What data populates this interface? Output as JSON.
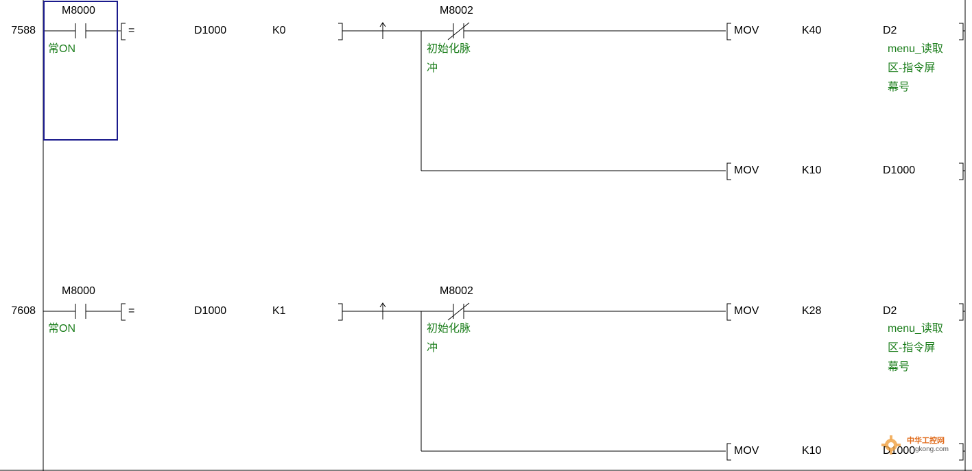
{
  "rungs": [
    {
      "step": "7588",
      "contact": {
        "device": "M8000",
        "comment": "常ON"
      },
      "compare": {
        "op": "=",
        "s1": "D1000",
        "s2": "K0"
      },
      "pulse_contact": {
        "device": "M8002",
        "comment_line1": "初始化脉",
        "comment_line2": "冲"
      },
      "instructions": [
        {
          "op": "MOV",
          "src": "K40",
          "dst": "D2",
          "dst_comment": [
            "menu_读取",
            "区-指令屏",
            "幕号"
          ]
        },
        {
          "op": "MOV",
          "src": "K10",
          "dst": "D1000",
          "dst_comment": []
        }
      ]
    },
    {
      "step": "7608",
      "contact": {
        "device": "M8000",
        "comment": "常ON"
      },
      "compare": {
        "op": "=",
        "s1": "D1000",
        "s2": "K1"
      },
      "pulse_contact": {
        "device": "M8002",
        "comment_line1": "初始化脉",
        "comment_line2": "冲"
      },
      "instructions": [
        {
          "op": "MOV",
          "src": "K28",
          "dst": "D2",
          "dst_comment": [
            "menu_读取",
            "区-指令屏",
            "幕号"
          ]
        },
        {
          "op": "MOV",
          "src": "K10",
          "dst": "D1000",
          "dst_comment": []
        }
      ]
    }
  ],
  "watermark": {
    "top": "中华工控网",
    "bottom": "gkong.com"
  },
  "colors": {
    "comment": "#1a7d1a",
    "cursor": "#1a1a8c",
    "line": "#000000",
    "watermark": "#e06a1a"
  }
}
